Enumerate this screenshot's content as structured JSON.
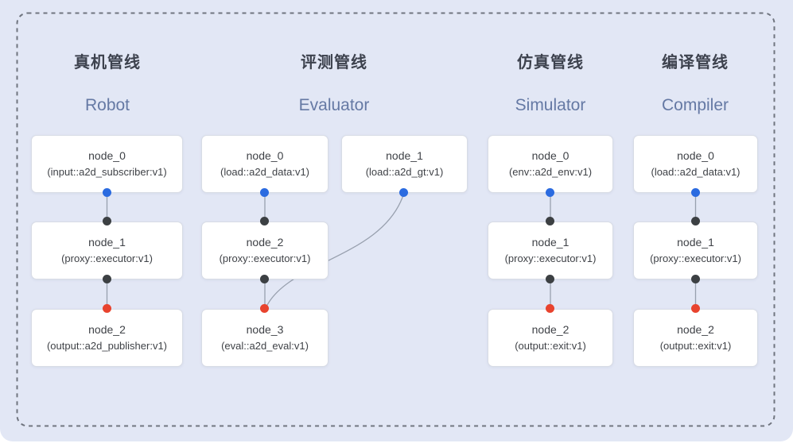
{
  "diagram_title": "pipeline-architecture-diagram",
  "colors": {
    "panel_bg": "#e2e7f5",
    "dashed_border": "#70757f",
    "wire": "#98a0ae",
    "port_output_blue": "#2b6be0",
    "port_input_dark": "#3c4043",
    "port_sink_red": "#e8432e",
    "title_zh": "#3d424e",
    "title_en": "#6579a4"
  },
  "pipelines": [
    {
      "id": "robot",
      "title_zh": "真机管线",
      "title_en": "Robot",
      "nodes": [
        {
          "name": "node_0",
          "type": "(input::a2d_subscriber:v1)"
        },
        {
          "name": "node_1",
          "type": "(proxy::executor:v1)"
        },
        {
          "name": "node_2",
          "type": "(output::a2d_publisher:v1)"
        }
      ]
    },
    {
      "id": "evaluator",
      "title_zh": "评测管线",
      "title_en": "Evaluator",
      "nodes": [
        {
          "name": "node_0",
          "type": "(load::a2d_data:v1)"
        },
        {
          "name": "node_1",
          "type": "(load::a2d_gt:v1)"
        },
        {
          "name": "node_2",
          "type": "(proxy::executor:v1)"
        },
        {
          "name": "node_3",
          "type": "(eval::a2d_eval:v1)"
        }
      ]
    },
    {
      "id": "simulator",
      "title_zh": "仿真管线",
      "title_en": "Simulator",
      "nodes": [
        {
          "name": "node_0",
          "type": "(env::a2d_env:v1)"
        },
        {
          "name": "node_1",
          "type": "(proxy::executor:v1)"
        },
        {
          "name": "node_2",
          "type": "(output::exit:v1)"
        }
      ]
    },
    {
      "id": "compiler",
      "title_zh": "编译管线",
      "title_en": "Compiler",
      "nodes": [
        {
          "name": "node_0",
          "type": "(load::a2d_data:v1)"
        },
        {
          "name": "node_1",
          "type": "(proxy::executor:v1)"
        },
        {
          "name": "node_2",
          "type": "(output::exit:v1)"
        }
      ]
    }
  ]
}
